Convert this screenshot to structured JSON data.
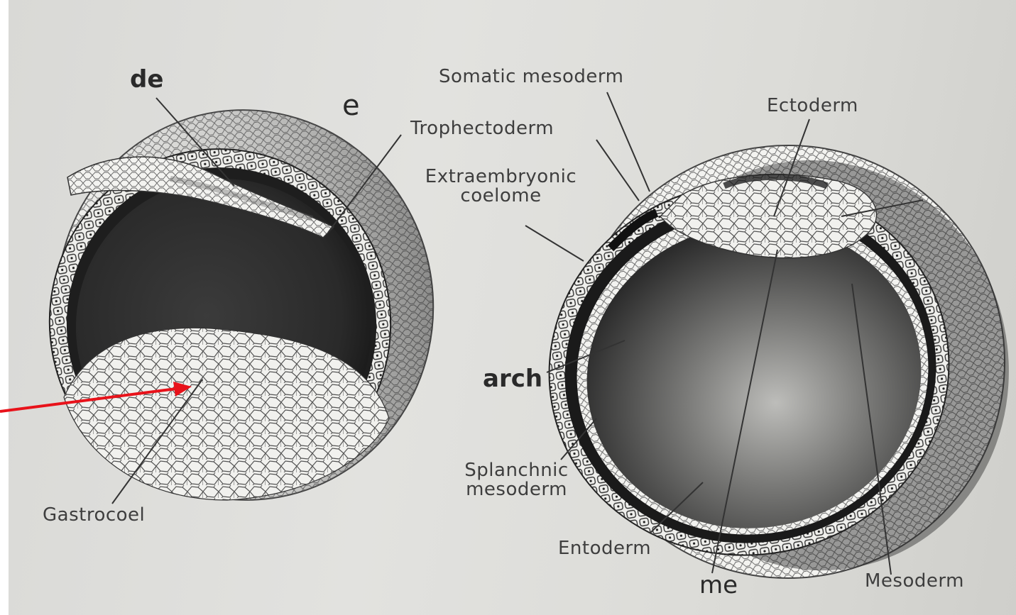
{
  "labels": {
    "de": "de",
    "e": "e",
    "gastrocoel": "Gastrocoel",
    "somatic_mesoderm": "Somatic mesoderm",
    "ectoderm": "Ectoderm",
    "trophectoderm": "Trophectoderm",
    "extraembryonic_line1": "Extraembryonic",
    "extraembryonic_line2": "coelome",
    "arch": "arch",
    "splanchnic_line1": "Splanchnic",
    "splanchnic_line2": "mesoderm",
    "entoderm": "Entoderm",
    "me": "me",
    "mesoderm": "Mesoderm"
  },
  "colors": {
    "pointer_arrow": "#e8121a",
    "page_tone": "#dcdcd8",
    "ink": "#3e3e3e"
  },
  "icons": {
    "pointer": "red-arrow-icon"
  }
}
